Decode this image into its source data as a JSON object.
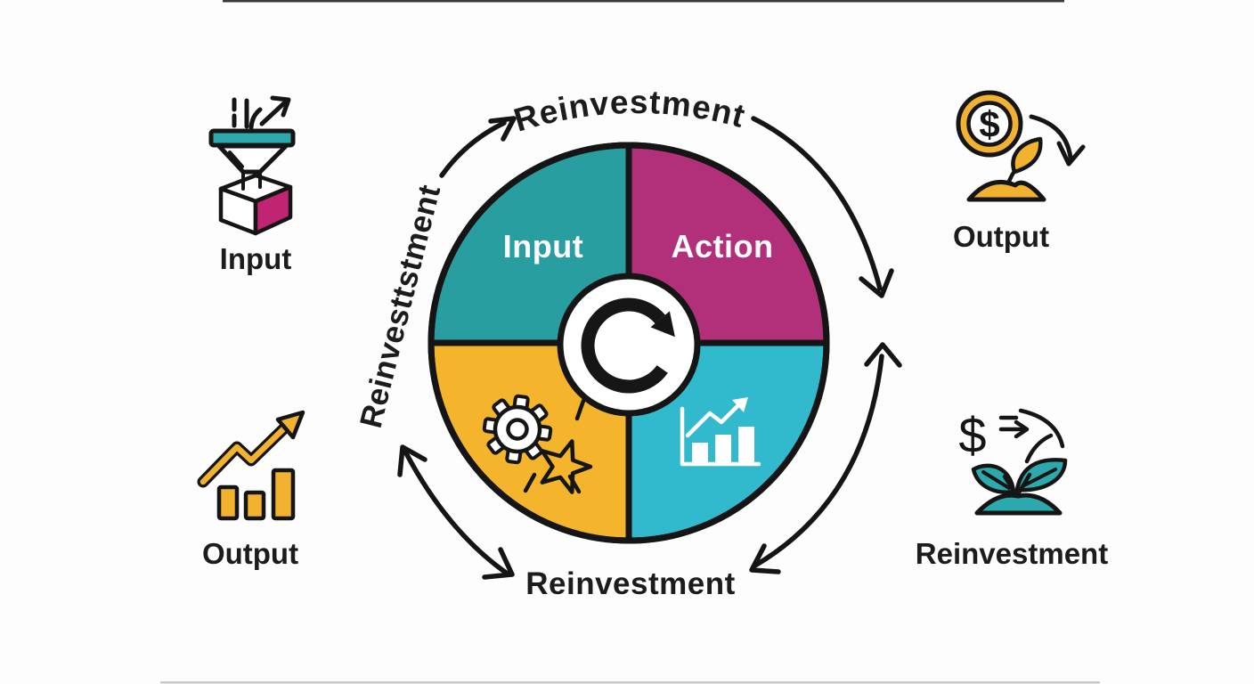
{
  "colors": {
    "teal": "#299EA0",
    "magenta": "#B23079",
    "yellow": "#F4B42C",
    "cyan": "#31BACD",
    "gold": "#F2B12F",
    "teal_accent": "#2BA9AC",
    "magenta_accent": "#C02573",
    "outline": "#151515",
    "text": "#1C1C1C"
  },
  "wheel": {
    "quadrants": {
      "top_left": "Input",
      "top_right": "Action"
    }
  },
  "cycle_labels": {
    "top": "Reinvestment",
    "left": "Reinvesttstment",
    "bottom": "Reinvestment"
  },
  "side_items": {
    "input_left": {
      "label": "Input"
    },
    "output_left": {
      "label": "Output"
    },
    "output_right": {
      "label": "Output",
      "symbol": "$"
    },
    "reinvestment_right": {
      "label": "Reinvestment",
      "symbol": "$"
    }
  }
}
